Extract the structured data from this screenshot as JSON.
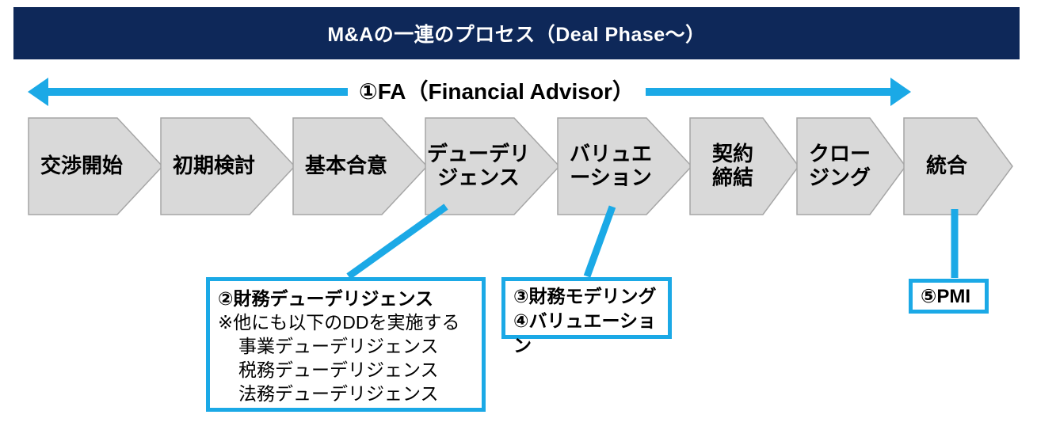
{
  "title": "M&Aの一連のプロセス（Deal Phase〜）",
  "fa_arrow": {
    "label": "①FA（Financial Advisor）"
  },
  "phases": [
    {
      "label": "交渉開始"
    },
    {
      "label": "初期検討"
    },
    {
      "label": "基本合意"
    },
    {
      "label": "デューデリ\nジェンス"
    },
    {
      "label": "バリュエ\nーション"
    },
    {
      "label": "契約\n締結"
    },
    {
      "label": "クロー\nジング"
    },
    {
      "label": "統合"
    }
  ],
  "callouts": {
    "dd": {
      "title": "②財務デューデリジェンス",
      "note": "※他にも以下のDDを実施する",
      "items": [
        "事業デューデリジェンス",
        "税務デューデリジェンス",
        "法務デューデリジェンス"
      ]
    },
    "valuation": {
      "line1": "③財務モデリング",
      "line2": "④バリュエーション"
    },
    "pmi": {
      "label": "⑤PMI"
    }
  },
  "colors": {
    "accent": "#1BA9E6",
    "navy": "#0E2859",
    "chevron_fill": "#D9D9D9",
    "chevron_border": "#A6A6A6"
  }
}
